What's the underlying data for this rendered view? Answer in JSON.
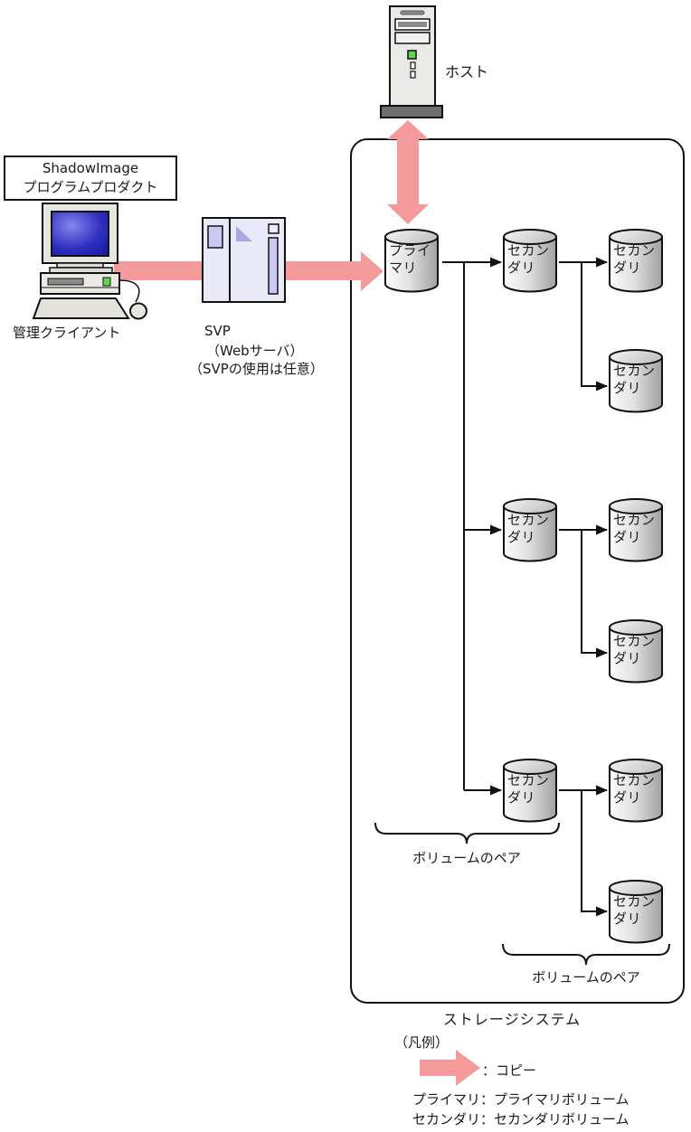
{
  "diagram": {
    "host_label": "ホスト",
    "client": {
      "product_line1": "ShadowImage",
      "product_line2": "プログラムプロダクト",
      "label": "管理クライアント"
    },
    "svp": {
      "name": "SVP",
      "sub": "（Webサーバ）",
      "note": "（SVPの使用は任意）"
    },
    "storage_label": "ストレージシステム",
    "primary_volume": {
      "line1": "プライ",
      "line2": "マリ"
    },
    "secondary_volume": {
      "line1": "セカン",
      "line2": "ダリ"
    },
    "pair_label": "ボリュームのペア",
    "legend": {
      "title": "（凡例）",
      "copy_label": "：コピー",
      "primary_def": "プライマリ：プライマリボリューム",
      "secondary_def": "セカンダリ：セカンダリボリューム"
    },
    "colors": {
      "copy_arrow": "#f59a9a",
      "panel_lavender": "#e9e9f8",
      "panel_inner": "#c9c9f2",
      "cylinder_dark": "#a0a0a0",
      "led_green": "#5cd64c",
      "screen_blue": "#2828b8"
    }
  }
}
